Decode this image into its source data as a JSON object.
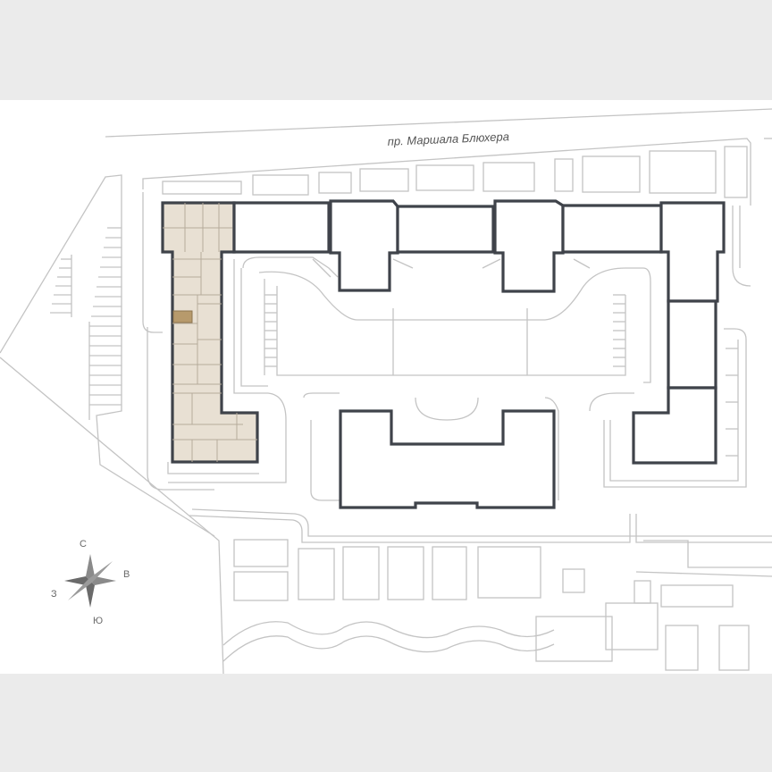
{
  "street": {
    "name": "пр. Маршала Блюхера"
  },
  "compass": {
    "north": "С",
    "east": "В",
    "west": "З",
    "south": "Ю"
  },
  "colors": {
    "page_background": "#ebebeb",
    "map_background": "#ffffff",
    "building_outline": "#3f434a",
    "street_lines": "#c4c4c4",
    "section_fill": "#e8e0d3",
    "highlighted_unit": "#b79a6c",
    "compass": "#777777"
  },
  "highlighted_section": "western wing",
  "highlighted_unit": "selected apartment"
}
